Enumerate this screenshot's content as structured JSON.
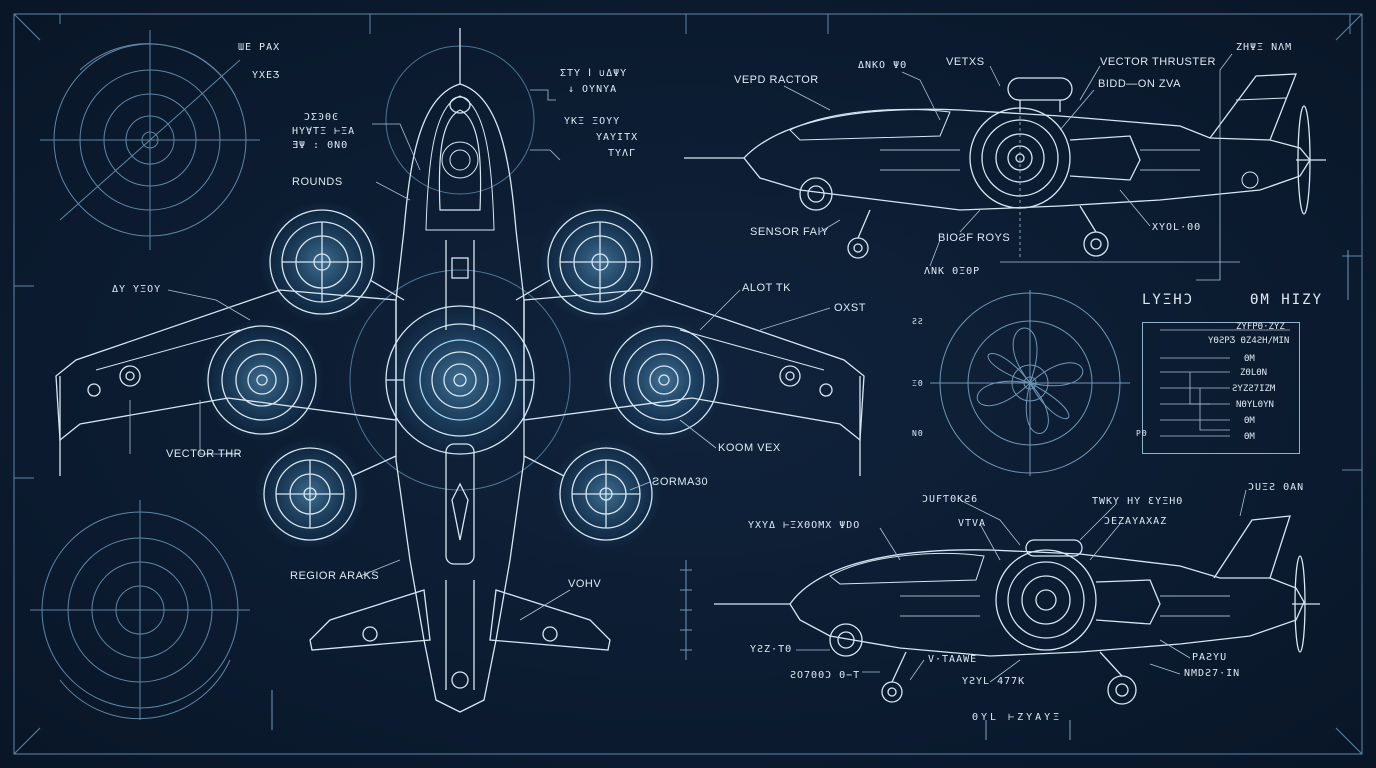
{
  "colors": {
    "background": "#0b1a2e",
    "line": "#cfe0ee",
    "line_dim": "#5f86a6",
    "glow": "#7fd0ff"
  },
  "top_view": {
    "labels": {
      "top_center_1": "ΣΤΥ Ⅰ ∪ΔΨΥ",
      "top_center_2": "↓ ΟΥΝΥΑ",
      "top_left_1": "ϽΣϿΘϾ",
      "top_left_2": "ΗΥ∀ΤΞ ⊢ΞΑ",
      "top_left_3": "ƎΨ : ΘΝΘ",
      "right_1": "ΥΚΞ ΞΟΥΥ",
      "right_2": "ΥΑΥΙΤΧ",
      "right_3": "ΤΥΛΓ",
      "rounds": "ROUNDS",
      "wing_left": "ΔΥ ΥΞΟΥ",
      "alot": "ALOT TK",
      "oxst": "OXST",
      "vector_thr": "VECTOR THR",
      "koom": "KOOM VEX",
      "sorma": "ƧORMA30",
      "region": "REGIOR ARAKS",
      "vohv": "VOHV"
    }
  },
  "side_view_top": {
    "labels": {
      "vepd_ractor": "VEPD RACTOR",
      "anro": "ΔΝΚΟ ΨΘ",
      "vetxs": "VETXS",
      "vector_thruster": "VECTOR THRUSTER",
      "bidd": "BIDD—ON ZVA",
      "top_right": "ΖΗΨΞ ΝΛΜ",
      "sensor": "SENSOR FAIY",
      "bior": "BIOƧF ROYS",
      "xvol": "ΧΥΟL·ΘΘ",
      "ank": "ΛΝΚ ΘΞΘΡ"
    }
  },
  "side_view_bottom": {
    "labels": {
      "left_title": "ΥΧΥΔ ⊢ΞΧΘΟΜΧ ΨDO",
      "buf": "ƆUFƬΘKƧ6",
      "vtv": "VΤVΑ",
      "twky": "ΤWΚΥ ΗΥ ƐΥΞΗΘ",
      "bezav": "ƆΕΖΑΥΑΧΑΖ",
      "bues": "ƆUΞƧ ΘΑΝ",
      "vsz": "ΥƧΖ·ΤΘ",
      "v_tawe": "V·ΤΑΑWΕ",
      "num": "ƧΟ7ΘΘƆ Θ−Τ",
      "vsvl": "ΥƧΥL 477Κ",
      "fasvu": "ΡΑƧΥU",
      "nmds": "ΝΜDƧ7·ΙΝ",
      "bottom": "ΘΥL ⊢ΖΥΑΥΞ"
    }
  },
  "legend": {
    "title_left": "LΥΞΗϽ",
    "title_right": "ΘΜ ΗΙΖΥ",
    "rows": [
      "ΖΥFΡΘ·ΖΥΖ",
      "ΥΘƧΡƷ ΘΖ4ƧΗ/ΜΙΝ",
      "ΘΜ",
      "ΖΘLΘΝ",
      "ƧΥΖƧ7ΙΖΜ",
      "ΝΘΥLΘΥΝ",
      "ΘΜ",
      "ΘΜ"
    ]
  },
  "fan_diagram": {
    "side_marks": [
      "ƧƧ",
      "ΞΘ",
      "ΝΘ",
      "ΡΘ"
    ]
  }
}
